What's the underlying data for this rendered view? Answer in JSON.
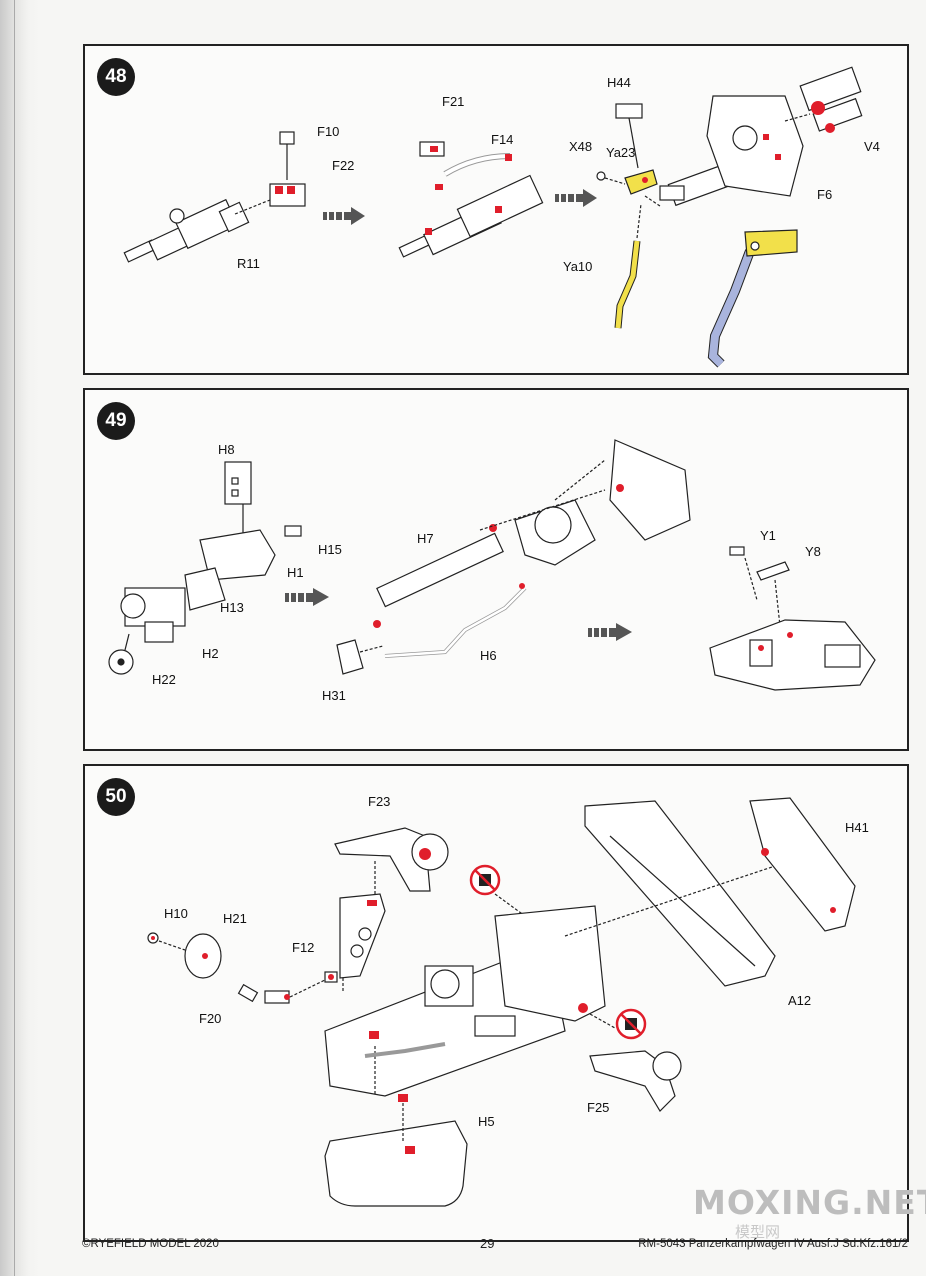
{
  "steps": [
    {
      "number": "48",
      "labels": {
        "f10": "F10",
        "f22": "F22",
        "r11": "R11",
        "f21": "F21",
        "f14": "F14",
        "h44": "H44",
        "x48": "X48",
        "ya23": "Ya23",
        "v4": "V4",
        "f6": "F6",
        "ya10": "Ya10"
      }
    },
    {
      "number": "49",
      "labels": {
        "h8": "H8",
        "h15": "H15",
        "h1": "H1",
        "h13": "H13",
        "h2": "H2",
        "h22": "H22",
        "h7": "H7",
        "h6": "H6",
        "h31": "H31",
        "y1": "Y1",
        "y8": "Y8"
      }
    },
    {
      "number": "50",
      "labels": {
        "f23": "F23",
        "h41": "H41",
        "h10": "H10",
        "h21": "H21",
        "f12": "F12",
        "f20": "F20",
        "a12": "A12",
        "f25": "F25",
        "h5": "H5"
      }
    }
  ],
  "footer": {
    "copyright": "©RYEFIELD MODEL 2020",
    "page_number": "29",
    "kit_title": "RM-5043 Panzerkampfwagen IV Ausf.J Sd.Kfz.161/2"
  },
  "watermark": {
    "main": "MOXING.NET",
    "sub": "模型网"
  },
  "colors": {
    "glue_red": "#e01e2b",
    "highlight_yellow": "#f2e04a",
    "highlight_blue": "#a9b4dd",
    "outline": "#222222"
  },
  "icons": [
    "no-glue-icon",
    "direction-arrow-icon"
  ]
}
